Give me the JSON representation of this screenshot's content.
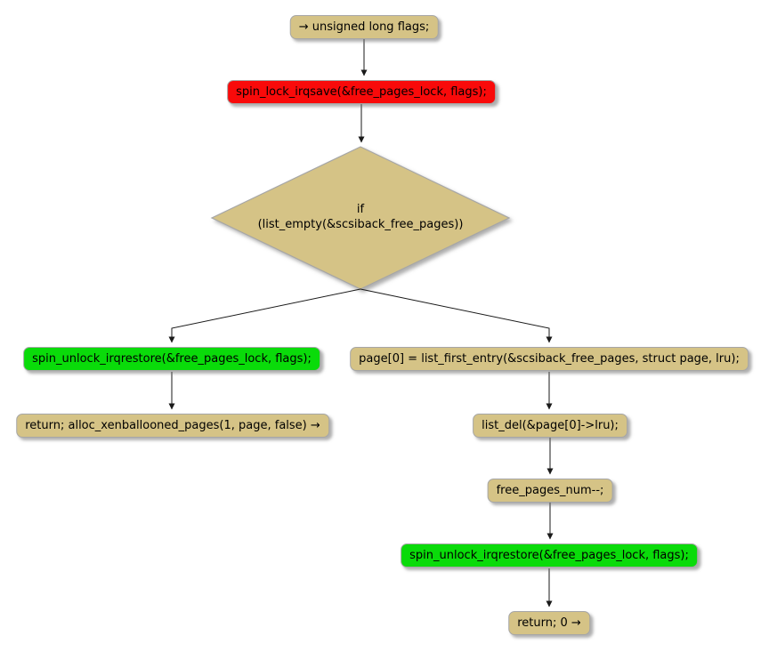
{
  "diagram": {
    "colors": {
      "node_fill": "#D5C386",
      "node_border": "#A6A6A6",
      "red_fill": "#F90A0A",
      "green_fill": "#0ADB0A",
      "edge_color": "#1a1a1a"
    },
    "nodes": {
      "start": {
        "label": "→ unsigned long flags;"
      },
      "spin_lock": {
        "label": "spin_lock_irqsave(&free_pages_lock, flags);"
      },
      "condition": {
        "line1": "if",
        "line2": "(list_empty(&scsiback_free_pages))"
      },
      "spin_unlock_left": {
        "label": "spin_unlock_irqrestore(&free_pages_lock, flags);"
      },
      "return_alloc": {
        "label": "return; alloc_xenballooned_pages(1, page, false) →"
      },
      "list_first_entry": {
        "label": "page[0] = list_first_entry(&scsiback_free_pages, struct page, lru);"
      },
      "list_del": {
        "label": "list_del(&page[0]->lru);"
      },
      "free_pages_decrement": {
        "label": "free_pages_num--;"
      },
      "spin_unlock_right": {
        "label": "spin_unlock_irqrestore(&free_pages_lock, flags);"
      },
      "return_zero": {
        "label": "return; 0 →"
      }
    }
  }
}
